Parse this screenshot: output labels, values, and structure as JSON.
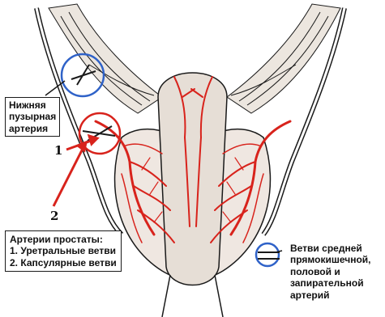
{
  "labels": {
    "inferior_vesical": [
      "Нижняя",
      "пузырная",
      "артерия"
    ],
    "number_1": "1",
    "number_2": "2",
    "prostate_arteries": [
      "Артерии простаты:",
      "1. Уретральные ветви",
      "2. Капсулярные ветви"
    ],
    "middle_rectal": [
      "Ветви средней",
      "прямокишечной,",
      "половой и",
      "запирательной",
      "артерий"
    ]
  },
  "colors": {
    "artery": "#d8231c",
    "circle": "#2f62c8",
    "outline": "#1a1a1a",
    "tissue": "#e9e3dc"
  }
}
